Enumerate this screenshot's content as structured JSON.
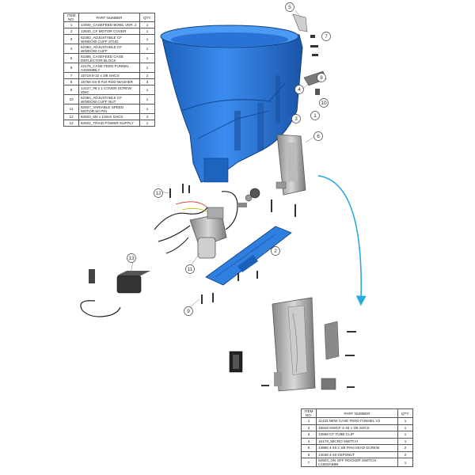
{
  "top_table": {
    "headers": {
      "item": "ITEM NO.",
      "part": "PART NUMBER",
      "qty": "QTY."
    },
    "rows": [
      {
        "item": "1",
        "part": "13400_CASEFEED BOWL VER. 2",
        "qty": "1"
      },
      {
        "item": "2",
        "part": "13540_CF MOTOR COVER",
        "qty": "1"
      },
      {
        "item": "3",
        "part": "62382_ADJUSTABLE CF WINDOW CUFF STUD",
        "qty": "1"
      },
      {
        "item": "4",
        "part": "62383_ADJUSTABLE CF WINDOW CUFF",
        "qty": "1"
      },
      {
        "item": "5",
        "part": "62385_CASEFEED CASE DEFLECTOR BLOCK",
        "qty": "1"
      },
      {
        "item": "6",
        "part": "22175_CASE FEED FUNNEL ASSEMBLY",
        "qty": "1"
      },
      {
        "item": "7",
        "part": "15719 8-32 x 3/8 SHCS",
        "qty": "2"
      },
      {
        "item": "8",
        "part": "15758 SS-8 #10 ROD WASHER",
        "qty": "3"
      },
      {
        "item": "9",
        "part": "14127_#8 x 1 COVER SCREW ZINC",
        "qty": "1"
      },
      {
        "item": "10",
        "part": "62384_ADJUSTABLE CF WINDOW CUFF NUT",
        "qty": "1"
      },
      {
        "item": "11",
        "part": "62507_VARIABLE SPEED MOTOR W/ PIN",
        "qty": "1"
      },
      {
        "item": "12",
        "part": "62503_M4 x 10mm SHCS",
        "qty": "4"
      },
      {
        "item": "13",
        "part": "62502_TRIAD POWER SUPPLY",
        "qty": "1"
      }
    ]
  },
  "bottom_table": {
    "headers": {
      "item": "ITEM NO.",
      "part": "PART NUMBER",
      "qty": "QTY."
    },
    "rows": [
      {
        "item": "1",
        "part": "11433 NEW CASE FEED FUNNEL V2",
        "qty": "1"
      },
      {
        "item": "2",
        "part": "15818 SS8CF 4-40 x 3/8 SHCS",
        "qty": "1"
      },
      {
        "item": "3",
        "part": "13859 CF TUBE CLIP",
        "qty": "1"
      },
      {
        "item": "4",
        "part": "15179_MICRO SWITCH",
        "qty": "1"
      },
      {
        "item": "5",
        "part": "13956 4-40 x 3/8 PAN HEAD SCREW",
        "qty": "2"
      },
      {
        "item": "6",
        "part": "14038 4-40 KEPSNUT",
        "qty": "2"
      },
      {
        "item": "7",
        "part": "62503_ON OFF ROCKER SWITCH C1500AB8B",
        "qty": "1"
      }
    ]
  },
  "callouts": [
    "1",
    "2",
    "3",
    "4",
    "5",
    "6",
    "7",
    "8",
    "9",
    "10",
    "11",
    "12",
    "13"
  ],
  "colors": {
    "bowl": "#2f7fe0",
    "bowl_dark": "#1c5fb8",
    "arrow": "#2aa8e0",
    "metal": "#9a9a9a"
  }
}
